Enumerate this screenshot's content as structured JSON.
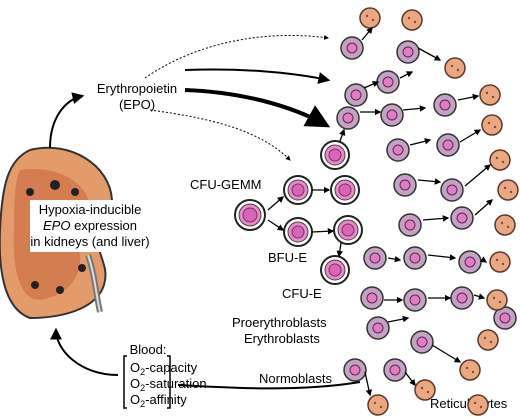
{
  "labels": {
    "epo_line1": "Erythropoietin",
    "epo_line2": "(EPO)",
    "kidney_line1": "Hypoxia-inducible",
    "kidney_line2_em": "EPO",
    "kidney_line2_rest": " expression",
    "kidney_line3": "in kidneys (and liver)",
    "cfu_gemm": "CFU-GEMM",
    "bfu_e": "BFU-E",
    "cfu_e": "CFU-E",
    "proerythroblasts": "Proerythroblasts",
    "erythroblasts": "Erythroblasts",
    "normoblasts": "Normoblasts",
    "reticulocytes": "Reticulocytes",
    "blood_title": "Blood:",
    "o2_prefix": "O",
    "o2_sub": "2",
    "o2_capacity": "-capacity",
    "o2_saturation": "-saturation",
    "o2_affinity": "-affinity"
  },
  "colors": {
    "kidney_cortex": "#e39b6c",
    "kidney_medulla": "#c8653a",
    "stem_cell": "#e889c8",
    "progenitor_nucleus": "#d866b4",
    "erythroblast": "#c4a2c4",
    "reticulocyte": "#e9a784"
  }
}
